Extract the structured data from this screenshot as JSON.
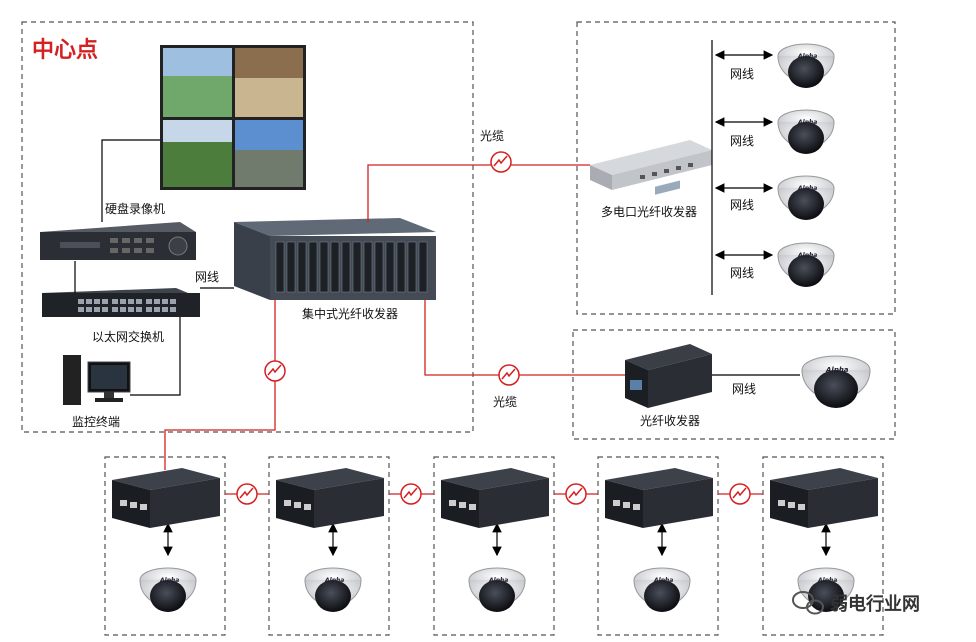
{
  "center": {
    "title": "中心点"
  },
  "labels": {
    "dvr": "硬盘录像机",
    "switch": "以太网交换机",
    "terminal": "监控终端",
    "network_cable_center": "网线",
    "central_transceiver": "集中式光纤收发器",
    "optical_cable_top": "光缆",
    "optical_cable_mid": "光缆",
    "multi_port_transceiver": "多电口光纤收发器",
    "single_transceiver": "光纤收发器",
    "network_cable_single": "网线",
    "network_cable_right": [
      "网线",
      "网线",
      "网线",
      "网线"
    ]
  },
  "camera_brand": "Alpha",
  "watermark": "弱电行业网",
  "colors": {
    "fiber": "#d42020",
    "frame": "#555555",
    "title": "#d42020"
  }
}
